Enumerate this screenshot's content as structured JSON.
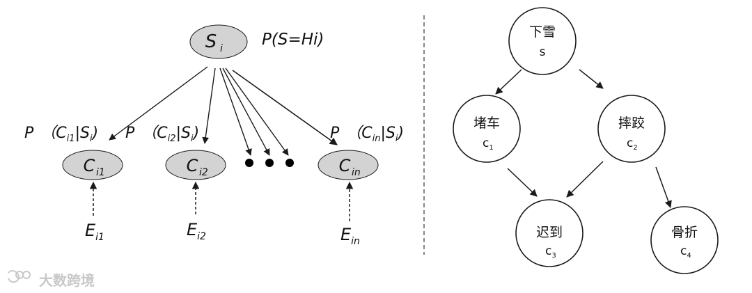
{
  "left": {
    "root": {
      "main": "S",
      "sub": "i"
    },
    "root_prob": "P(S=Hi)",
    "children": [
      {
        "main": "C",
        "sub": "i1"
      },
      {
        "main": "C",
        "sub": "i2"
      },
      {
        "main": "C",
        "sub": "in"
      }
    ],
    "child_probs": [
      {
        "p": "P",
        "c": "C",
        "csub": "i1",
        "s": "S",
        "ssub": "i"
      },
      {
        "p": "P",
        "c": "C",
        "csub": "i2",
        "s": "S",
        "ssub": "i"
      },
      {
        "p": "P",
        "c": "C",
        "csub": "in",
        "s": "S",
        "ssub": "i"
      }
    ],
    "evidence": [
      {
        "main": "E",
        "sub": "i1"
      },
      {
        "main": "E",
        "sub": "i2"
      },
      {
        "main": "E",
        "sub": "in"
      }
    ]
  },
  "right": {
    "nodes": [
      {
        "label": "下雪",
        "var": "s",
        "sub": ""
      },
      {
        "label": "堵车",
        "var": "c",
        "sub": "1"
      },
      {
        "label": "摔跤",
        "var": "c",
        "sub": "2"
      },
      {
        "label": "迟到",
        "var": "c",
        "sub": "3"
      },
      {
        "label": "骨折",
        "var": "c",
        "sub": "4"
      }
    ]
  },
  "watermark": "大数跨境",
  "colors": {
    "node_fill": "#d3d3d3",
    "stroke": "#1a1a1a",
    "watermark": "#c8c8c8"
  }
}
